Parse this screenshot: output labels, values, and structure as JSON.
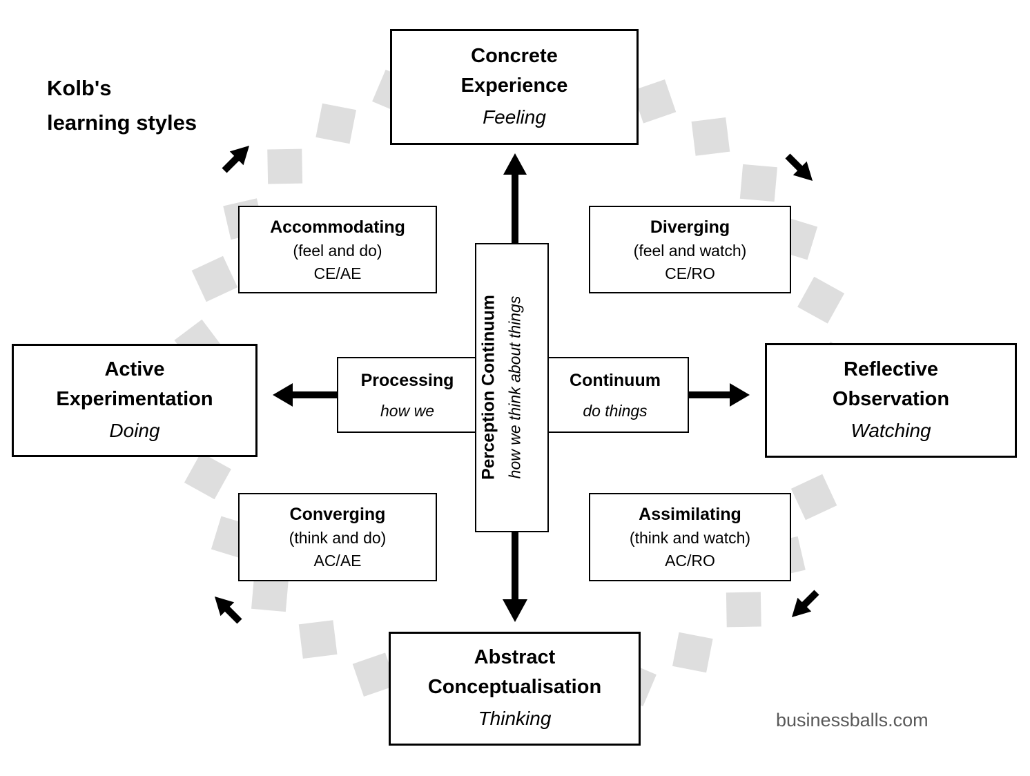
{
  "title": "Kolb's learning styles",
  "stages": {
    "top": {
      "name": "Concrete Experience",
      "mode": "Feeling"
    },
    "right": {
      "name": "Reflective Observation",
      "mode": "Watching"
    },
    "bottom": {
      "name": "Abstract Conceptualisation",
      "mode": "Thinking"
    },
    "left": {
      "name": "Active Experimentation",
      "mode": "Doing"
    }
  },
  "styles": {
    "accommodating": {
      "name": "Accommodating",
      "combo": "(feel and do)",
      "code": "CE/AE"
    },
    "diverging": {
      "name": "Diverging",
      "combo": "(feel and watch)",
      "code": "CE/RO"
    },
    "converging": {
      "name": "Converging",
      "combo": "(think and do)",
      "code": "AC/AE"
    },
    "assimilating": {
      "name": "Assimilating",
      "combo": "(think and watch)",
      "code": "AC/RO"
    }
  },
  "axes": {
    "processing_left": "Processing",
    "processing_left_sub": "how we",
    "processing_right": "Continuum",
    "processing_right_sub": "do things",
    "perception": "Perception Continuum",
    "perception_sub": "how we think about things"
  },
  "credit": "businessballs.com",
  "colors": {
    "diamond": "#dedede",
    "ink": "#000000",
    "credit": "#595959",
    "background": "#ffffff"
  }
}
